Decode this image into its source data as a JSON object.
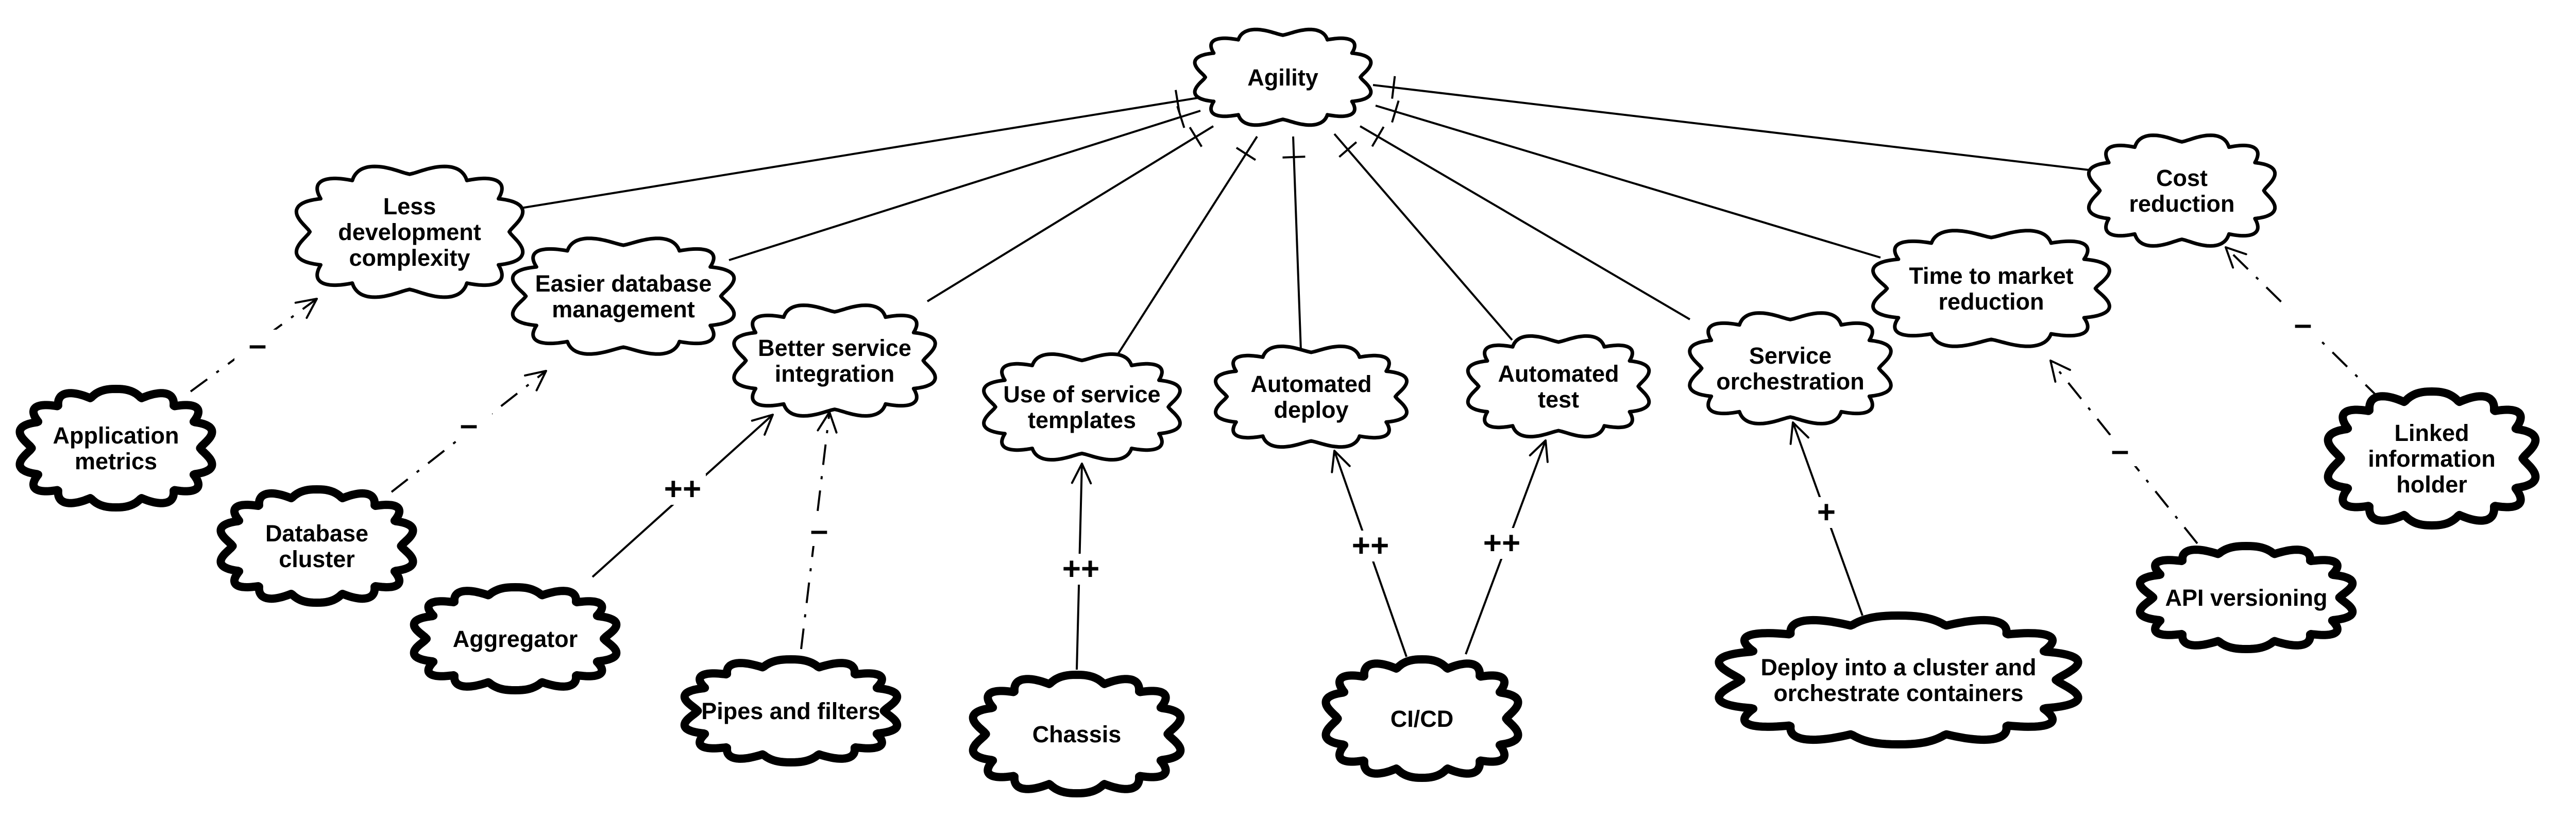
{
  "diagram": {
    "root_goal": {
      "id": "agility",
      "lines": [
        "Agility"
      ]
    },
    "softgoals": [
      {
        "id": "less-dev-complexity",
        "lines": [
          "Less",
          "development",
          "complexity"
        ]
      },
      {
        "id": "easier-db-management",
        "lines": [
          "Easier database",
          "management"
        ]
      },
      {
        "id": "better-service-integration",
        "lines": [
          "Better service",
          "integration"
        ]
      },
      {
        "id": "use-of-service-templates",
        "lines": [
          "Use of service",
          "templates"
        ]
      },
      {
        "id": "automated-deploy",
        "lines": [
          "Automated",
          "deploy"
        ]
      },
      {
        "id": "automated-test",
        "lines": [
          "Automated",
          "test"
        ]
      },
      {
        "id": "service-orchestration",
        "lines": [
          "Service",
          "orchestration"
        ]
      },
      {
        "id": "time-to-market-reduction",
        "lines": [
          "Time to market",
          "reduction"
        ]
      },
      {
        "id": "cost-reduction",
        "lines": [
          "Cost",
          "reduction"
        ]
      }
    ],
    "operationalizations": [
      {
        "id": "application-metrics",
        "lines": [
          "Application",
          "metrics"
        ]
      },
      {
        "id": "database-cluster",
        "lines": [
          "Database",
          "cluster"
        ]
      },
      {
        "id": "aggregator",
        "lines": [
          "Aggregator"
        ]
      },
      {
        "id": "pipes-and-filters",
        "lines": [
          "Pipes and filters"
        ]
      },
      {
        "id": "chassis",
        "lines": [
          "Chassis"
        ]
      },
      {
        "id": "ci-cd",
        "lines": [
          "CI/CD"
        ]
      },
      {
        "id": "deploy-cluster-containers",
        "lines": [
          "Deploy into a cluster and",
          "orchestrate containers"
        ]
      },
      {
        "id": "api-versioning",
        "lines": [
          "API versioning"
        ]
      },
      {
        "id": "linked-information-holder",
        "lines": [
          "Linked",
          "information",
          "holder"
        ]
      }
    ],
    "decompositions": [
      {
        "from": "less-dev-complexity",
        "to": "agility"
      },
      {
        "from": "easier-db-management",
        "to": "agility"
      },
      {
        "from": "better-service-integration",
        "to": "agility"
      },
      {
        "from": "use-of-service-templates",
        "to": "agility"
      },
      {
        "from": "automated-deploy",
        "to": "agility"
      },
      {
        "from": "automated-test",
        "to": "agility"
      },
      {
        "from": "service-orchestration",
        "to": "agility"
      },
      {
        "from": "time-to-market-reduction",
        "to": "agility"
      },
      {
        "from": "cost-reduction",
        "to": "agility"
      }
    ],
    "contributions": [
      {
        "from": "application-metrics",
        "to": "less-dev-complexity",
        "label": "–",
        "style": "dashed"
      },
      {
        "from": "database-cluster",
        "to": "easier-db-management",
        "label": "–",
        "style": "dashed"
      },
      {
        "from": "aggregator",
        "to": "better-service-integration",
        "label": "++",
        "style": "solid"
      },
      {
        "from": "pipes-and-filters",
        "to": "better-service-integration",
        "label": "–",
        "style": "dashed"
      },
      {
        "from": "chassis",
        "to": "use-of-service-templates",
        "label": "++",
        "style": "solid"
      },
      {
        "from": "ci-cd",
        "to": "automated-deploy",
        "label": "++",
        "style": "solid"
      },
      {
        "from": "ci-cd",
        "to": "automated-test",
        "label": "++",
        "style": "solid"
      },
      {
        "from": "deploy-cluster-containers",
        "to": "service-orchestration",
        "label": "+",
        "style": "solid"
      },
      {
        "from": "api-versioning",
        "to": "time-to-market-reduction",
        "label": "–",
        "style": "dashed"
      },
      {
        "from": "linked-information-holder",
        "to": "cost-reduction",
        "label": "–",
        "style": "dashed"
      }
    ]
  }
}
